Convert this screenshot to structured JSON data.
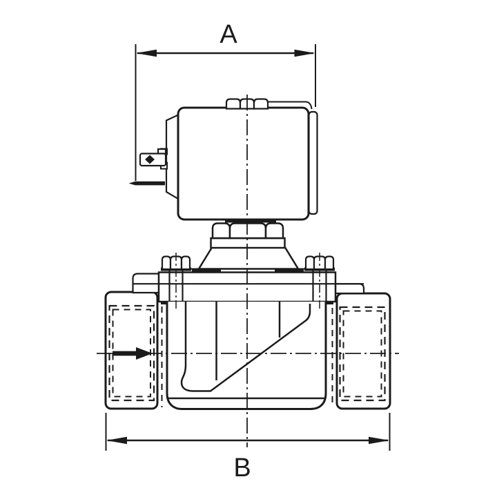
{
  "drawing": {
    "dimensions": {
      "top": {
        "label": "A"
      },
      "bottom": {
        "label": "B"
      }
    },
    "colors": {
      "line": "#1b1b1b",
      "background": "#ffffff"
    },
    "icons": {
      "flow_direction_arrow": "solid right-pointing arrow",
      "dimension_arrowheads": "outward-pointing slender triangles"
    }
  }
}
